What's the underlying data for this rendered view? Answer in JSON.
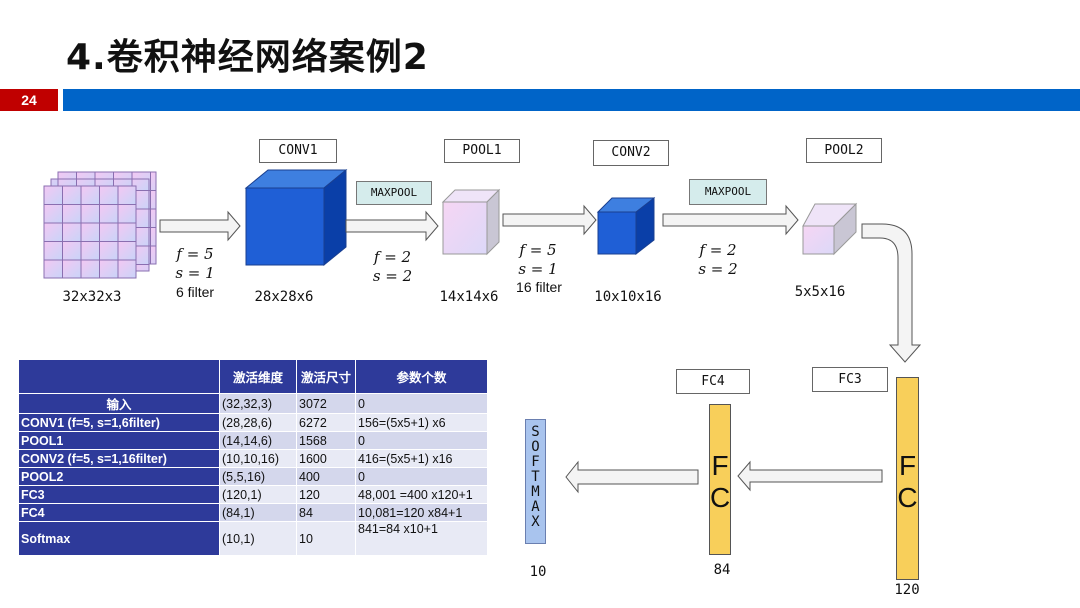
{
  "title": "4.卷积神经网络案例2",
  "page_number": "24",
  "colors": {
    "accent_red": "#c00000",
    "accent_blue": "#0064c8",
    "table_header": "#2e3a9a",
    "fc_yellow": "#f8cf5a",
    "softmax_blue": "#a9c4ee"
  },
  "diagram": {
    "input_label": "32x32x3",
    "conv1_box": "CONV1",
    "conv1_dims": "28x28x6",
    "conv1_f": "f = 5",
    "conv1_s": "s = 1",
    "conv1_filters": "6 filter",
    "maxpool1": "MAXPOOL",
    "pool1_f": "f = 2",
    "pool1_s": "s = 2",
    "pool1_box": "POOL1",
    "pool1_dims": "14x14x6",
    "conv2_f": "f = 5",
    "conv2_s": "s = 1",
    "conv2_filters": "16 filter",
    "conv2_box": "CONV2",
    "conv2_dims": "10x10x16",
    "maxpool2": "MAXPOOL",
    "pool2_f": "f = 2",
    "pool2_s": "s = 2",
    "pool2_box": "POOL2",
    "pool2_dims": "5x5x16",
    "fc3_box": "FC3",
    "fc3_size": "120",
    "fc4_box": "FC4",
    "fc4_size": "84",
    "fc_letter_f": "F",
    "fc_letter_c": "C",
    "softmax_letters": [
      "S",
      "O",
      "F",
      "T",
      "M",
      "A",
      "X"
    ],
    "softmax_size": "10"
  },
  "table": {
    "headers": [
      "",
      "激活维度",
      "激活尺寸",
      "参数个数"
    ],
    "rows": [
      {
        "name": "输入",
        "dim": "(32,32,3)",
        "size": "3072",
        "params": "0"
      },
      {
        "name": "CONV1   (f=5, s=1,6filter)",
        "dim": "(28,28,6)",
        "size": "6272",
        "params": "156=(5x5+1) x6"
      },
      {
        "name": "POOL1",
        "dim": "(14,14,6)",
        "size": "1568",
        "params": "0"
      },
      {
        "name": "CONV2 (f=5,  s=1,16filter)",
        "dim": "(10,10,16)",
        "size": "1600",
        "params": "416=(5x5+1) x16"
      },
      {
        "name": "POOL2",
        "dim": "(5,5,16)",
        "size": "400",
        "params": "0"
      },
      {
        "name": "FC3",
        "dim": "(120,1)",
        "size": "120",
        "params": "48,001  =400 x120+1"
      },
      {
        "name": "FC4",
        "dim": "(84,1)",
        "size": "84",
        "params": "10,081=120 x84+1"
      },
      {
        "name": "Softmax",
        "dim": "(10,1)",
        "size": "10",
        "params": "841=84 x10+1"
      }
    ]
  }
}
